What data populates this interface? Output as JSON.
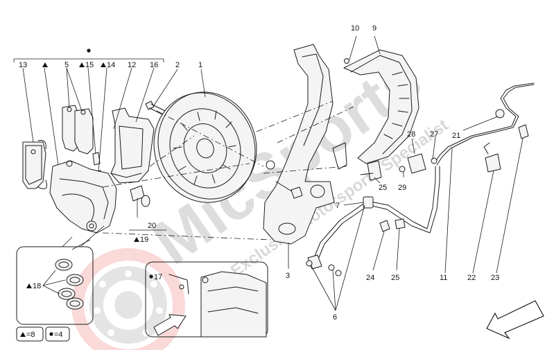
{
  "callouts": {
    "c1": "1",
    "c2": "2",
    "c3": "3",
    "c5": "5",
    "c6": "6",
    "c7": "7",
    "c9": "9",
    "c10": "10",
    "c11": "11",
    "c12": "12",
    "c13": "13",
    "c14": "14",
    "c15": "15",
    "c16": "16",
    "c17": "17",
    "c18": "18",
    "c19": "19",
    "c20": "20",
    "c21": "21",
    "c22": "22",
    "c23": "23",
    "c24": "24",
    "c25a": "25",
    "c25b": "25",
    "c27": "27",
    "c28": "28",
    "c29": "29"
  },
  "legend": {
    "triangle_count": "=8",
    "dot_count": "=4"
  },
  "watermark": {
    "brand": "MicSports",
    "tagline": "Exclusive Motorsports Specialist",
    "color": "#c9c9c9",
    "accent": "#e63a3a"
  },
  "symbols": {
    "triangle": "triangle-marker-icon",
    "dot": "dot-marker-icon"
  }
}
